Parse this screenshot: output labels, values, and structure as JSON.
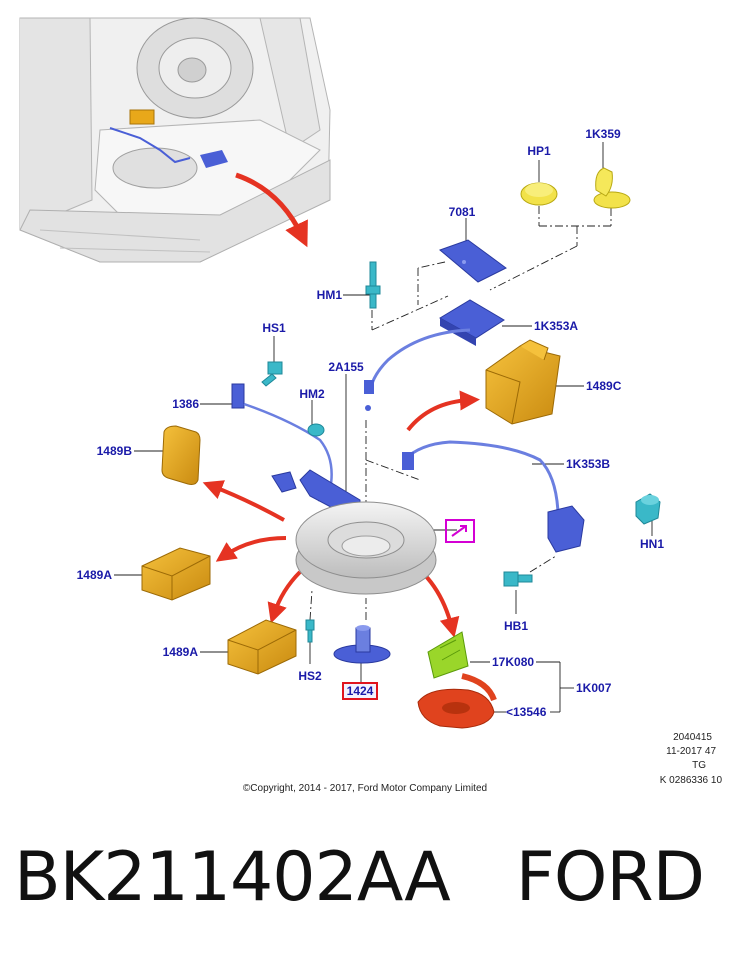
{
  "parts": {
    "hp1": "HP1",
    "k1k359": "1K359",
    "p7081": "7081",
    "hm1": "HM1",
    "k1k353a": "1K353A",
    "hs1": "HS1",
    "p2a155": "2A155",
    "p1489c": "1489C",
    "p1386": "1386",
    "hm2": "HM2",
    "p1489b": "1489B",
    "k1k353b": "1K353B",
    "hn1": "HN1",
    "p1489a_1": "1489A",
    "p1489a_2": "1489A",
    "hb1": "HB1",
    "hs2": "HS2",
    "p1424": "1424",
    "p17k080": "17K080",
    "p1k007": "1K007",
    "p13546": "<13546"
  },
  "meta": {
    "line1": "2040415",
    "line2": "11-2017 47",
    "line3": "TG",
    "line4": "K 0286336 10"
  },
  "copyright": "©Copyright, 2014 - 2017, Ford Motor Company Limited",
  "footer": {
    "part_number": "BK211402AA",
    "brand": "FORD"
  },
  "colors": {
    "label": "#1a1aa8",
    "arrow": "#e53322",
    "highlight": "#d400d4",
    "callout_box": "#e0141e",
    "blue_part": "#4a5fd6",
    "yellow_part": "#e8a81a",
    "cyan_part": "#3ab8c8",
    "green_part": "#9ad62a",
    "red_part": "#e0431e"
  }
}
